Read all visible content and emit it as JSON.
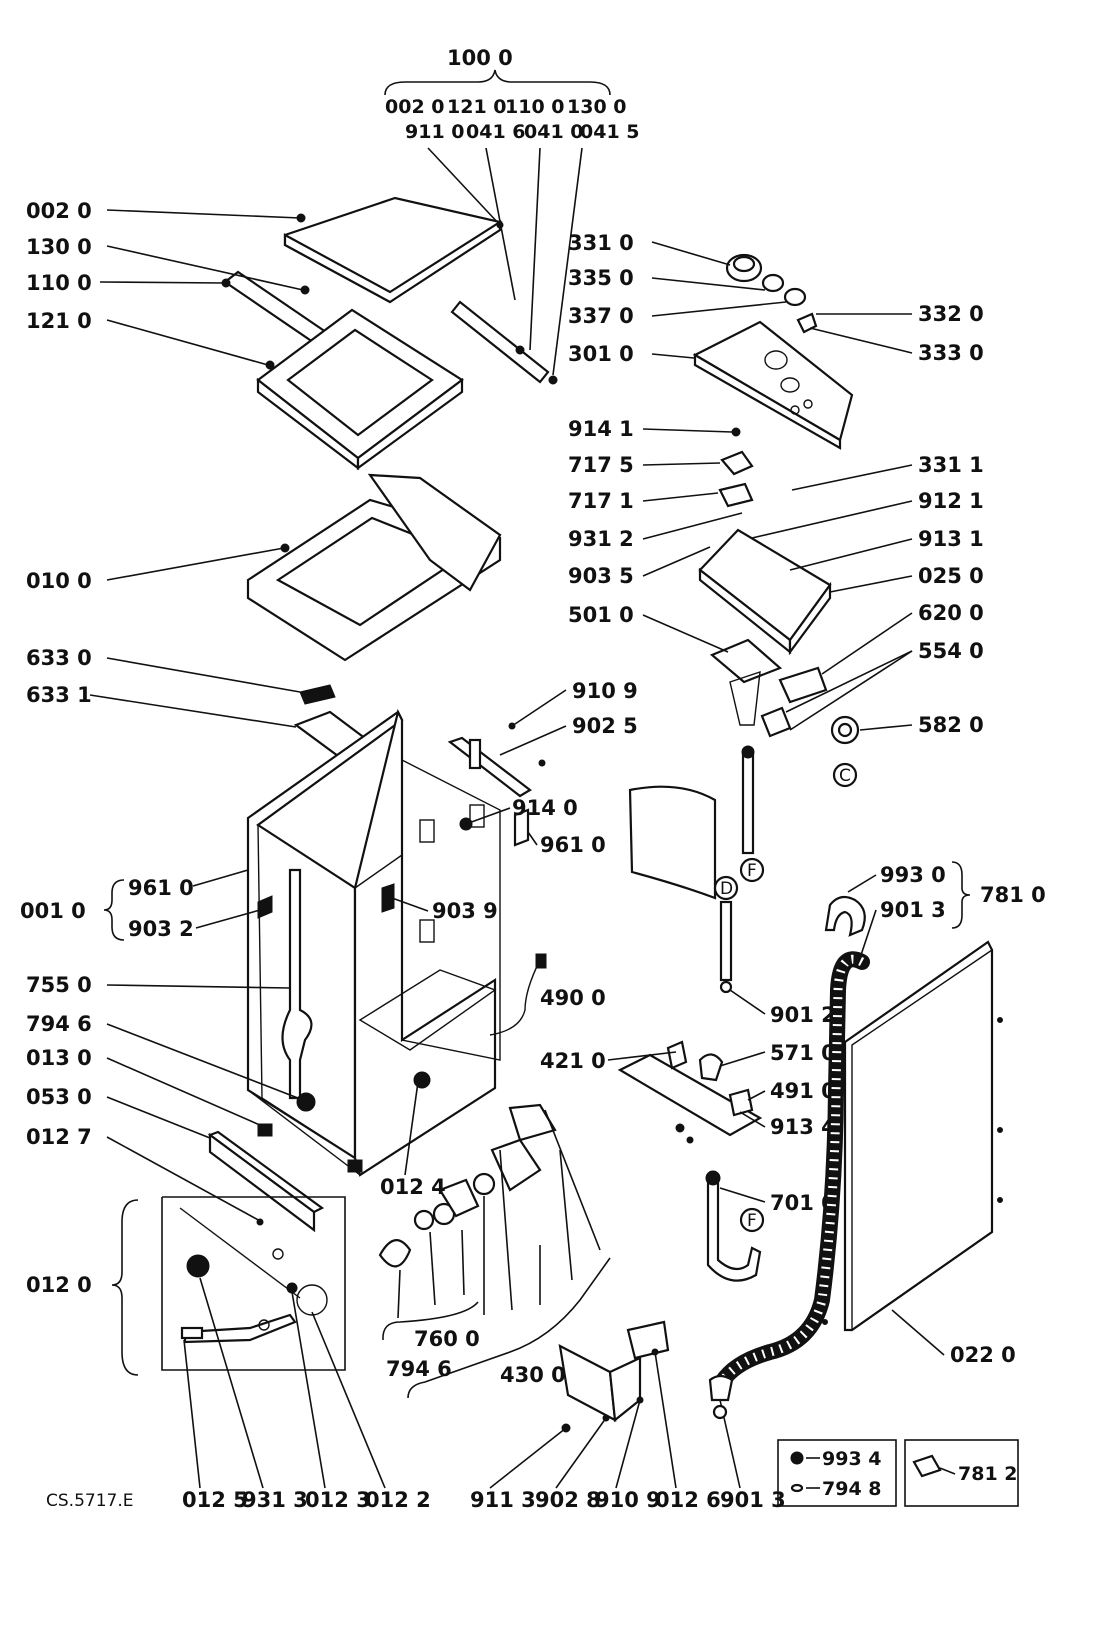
{
  "header": {
    "assembly": "100 0",
    "sub_row1": [
      "002 0",
      "121 0",
      "110 0",
      "130 0"
    ],
    "sub_row2": [
      "911 0",
      "041 6",
      "041 0",
      "041 5"
    ]
  },
  "labels": {
    "l002_0": "002 0",
    "l130_0": "130 0",
    "l110_0": "110 0",
    "l121_0": "121 0",
    "l010_0": "010 0",
    "l633_0": "633 0",
    "l633_1": "633 1",
    "l001_0": "001 0",
    "l961_0a": "961 0",
    "l903_2": "903 2",
    "l755_0": "755 0",
    "l794_6a": "794 6",
    "l013_0": "013 0",
    "l053_0": "053 0",
    "l012_7": "012 7",
    "l012_0": "012 0",
    "l331_0": "331 0",
    "l335_0": "335 0",
    "l337_0": "337 0",
    "l301_0": "301 0",
    "l332_0": "332 0",
    "l333_0": "333 0",
    "l914_1": "914 1",
    "l717_5": "717 5",
    "l717_1": "717 1",
    "l931_2": "931 2",
    "l903_5": "903 5",
    "l501_0": "501 0",
    "l331_1": "331 1",
    "l912_1": "912 1",
    "l913_1": "913 1",
    "l025_0": "025 0",
    "l620_0": "620 0",
    "l554_0": "554 0",
    "l582_0": "582 0",
    "l910_9a": "910 9",
    "l902_5": "902 5",
    "l914_0": "914 0",
    "l961_0b": "961 0",
    "l903_9": "903 9",
    "l490_0": "490 0",
    "l421_0": "421 0",
    "l571_0": "571 0",
    "l491_0": "491 0",
    "l913_4": "913 4",
    "l901_2": "901 2",
    "l993_0": "993 0",
    "l901_3a": "901 3",
    "l781_0": "781 0",
    "l701_0": "701 0",
    "l022_0": "022 0",
    "l012_4": "012 4",
    "l760_0": "760 0",
    "l794_6b": "794 6",
    "l430_0": "430 0"
  },
  "bottom_row": [
    "012 5",
    "931 3",
    "012 3",
    "012 2",
    "911 3",
    "902 8",
    "910 9",
    "012 6",
    "901 3"
  ],
  "insets": {
    "left_top": "993 4",
    "left_bottom": "794 8",
    "right": "781 2"
  },
  "markers": {
    "c": "C",
    "f1": "F",
    "d": "D",
    "f2": "F"
  },
  "drawing_code": "CS.5717.E"
}
